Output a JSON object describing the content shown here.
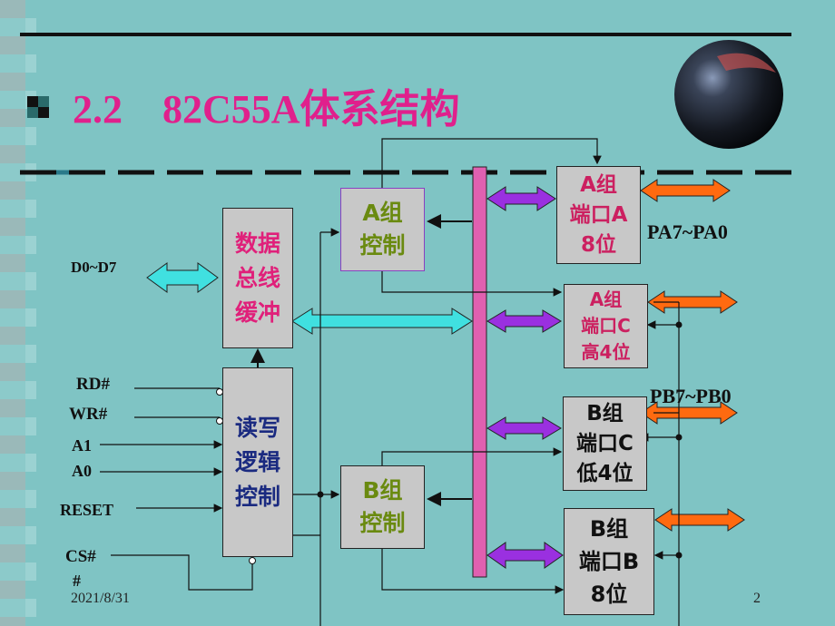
{
  "slide": {
    "title": "2.2    82C55A体系结构",
    "date": "2021/8/31",
    "page_number": "2"
  },
  "blocks": {
    "data_bus_buffer": "数据\n总线\n缓冲",
    "rw_logic": "读写\n逻辑\n控制",
    "group_a_control": "A组\n控制",
    "group_b_control": "B组\n控制",
    "port_a": "A组\n端口A\n8位",
    "port_c_high": "A组\n端口C\n高4位",
    "port_c_low": "B组\n端口C\n低4位",
    "port_b": "B组\n端口B\n8位"
  },
  "signals": {
    "d0_d7": "D0~D7",
    "rd": "RD#",
    "wr": "WR#",
    "a1": "A1",
    "a0": "A0",
    "reset": "RESET",
    "cs": "CS#",
    "cs_hash": "#",
    "pa": "PA7~PA0",
    "pb": "PB7~PB0"
  },
  "colors": {
    "background": "#7fc4c4",
    "title": "#e0208c",
    "data_bus_text": "#e0207a",
    "rw_logic_text": "#1a2a80",
    "group_control_text": "#6a8a10",
    "port_text": "#cc2060",
    "port_text_dark": "#111111",
    "internal_bus": "#e060b0",
    "purple_arrow": "#9a30e0",
    "orange_arrow": "#ff6a10",
    "cyan_arrow": "#40e0e0"
  }
}
